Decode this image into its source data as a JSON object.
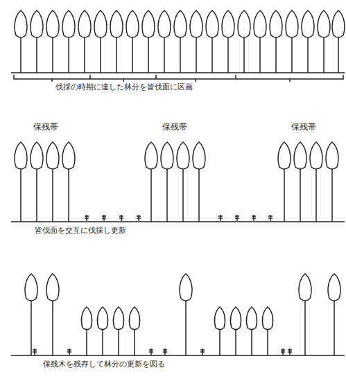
{
  "diagram": {
    "labels": [
      "伐採の時期に達した林分を皆伐面に区画",
      "保残帯",
      "保残帯",
      "保残帯",
      "皆伐面を交互に伐採し更新",
      "保残木を残存して林分の更新を図る"
    ]
  }
}
